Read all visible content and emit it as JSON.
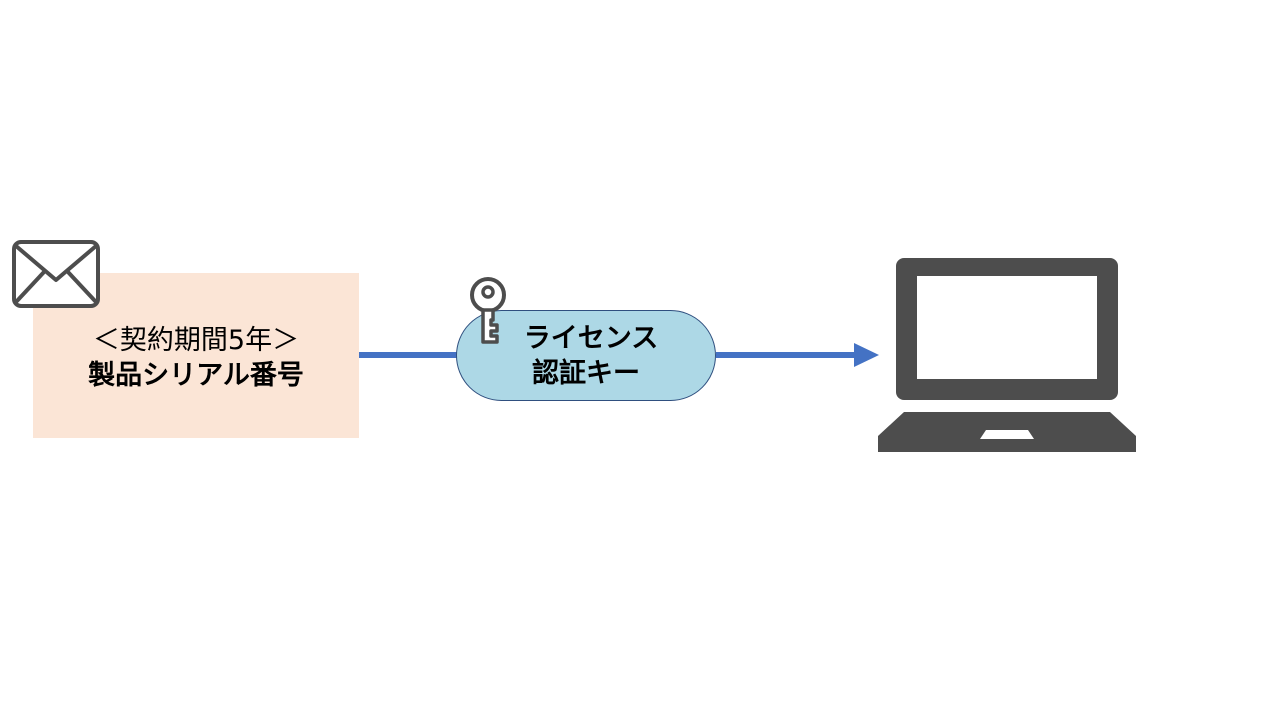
{
  "serial": {
    "line1": "＜契約期間5年＞",
    "line2": "製品シリアル番号"
  },
  "license": {
    "line1": "ライセンス",
    "line2": "認証キー"
  },
  "colors": {
    "serial_fill": "#fbe5d6",
    "license_fill": "#add8e6",
    "arrow": "#4472c4",
    "icon": "#4d4d4d"
  },
  "icons": {
    "mail": "envelope-icon",
    "key": "key-icon",
    "laptop": "laptop-icon"
  }
}
